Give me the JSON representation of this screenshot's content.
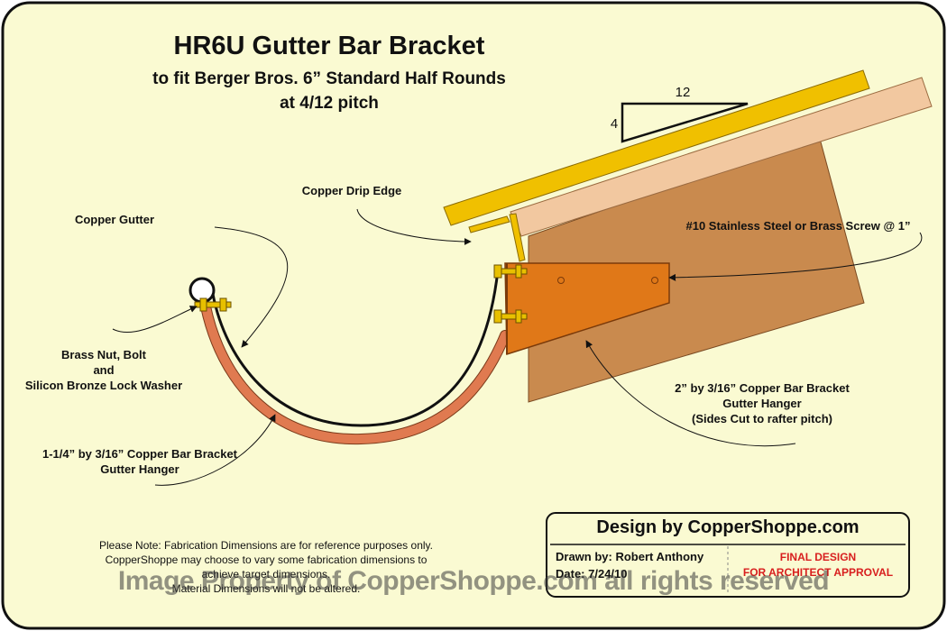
{
  "title": "HR6U Gutter Bar Bracket",
  "subtitle_line1": "to fit Berger Bros. 6” Standard Half Rounds",
  "subtitle_line2": "at 4/12 pitch",
  "pitch": {
    "run": "12",
    "rise": "4"
  },
  "labels": {
    "drip_edge": "Copper Drip Edge",
    "gutter": "Copper Gutter",
    "screw": "#10 Stainless Steel or Brass Screw @ 1”",
    "nut_line1": "Brass Nut, Bolt",
    "nut_line2": "and",
    "nut_line3": "Silicon Bronze Lock Washer",
    "hanger_large_line1": "2” by 3/16” Copper Bar Bracket",
    "hanger_large_line2": "Gutter Hanger",
    "hanger_large_line3": "(Sides Cut to rafter pitch)",
    "hanger_small_line1": "1-1/4” by 3/16” Copper Bar Bracket",
    "hanger_small_line2": "Gutter Hanger"
  },
  "note": {
    "line1": "Please Note: Fabrication Dimensions are for reference purposes only.",
    "line2": "CopperShoppe may choose to vary some fabrication dimensions to",
    "line3": "achieve target dimensions.",
    "line4": "Material Dimensions will not be altered."
  },
  "title_block": {
    "heading": "Design by CopperShoppe.com",
    "drawn_by": "Drawn by: Robert Anthony",
    "date": "Date: 7/24/10",
    "status_line1": "FINAL DESIGN",
    "status_line2": "FOR ARCHITECT APPROVAL"
  },
  "watermark": "Image Property of CopperShoppe.com all rights reserved",
  "colors": {
    "background": "#fafad2",
    "fascia": "#c98a4e",
    "bracket": "#e07818",
    "copper_bar": "#e07a50",
    "sheathing": "#f2c8a0",
    "drip_edge": "#f0c000",
    "status_red": "#d81e1e"
  }
}
